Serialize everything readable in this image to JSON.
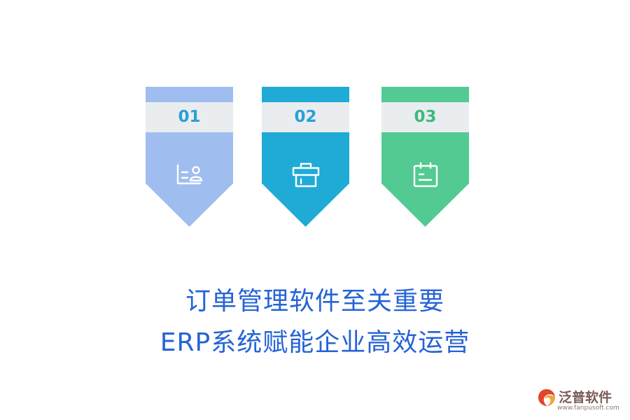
{
  "banners": [
    {
      "number": "01",
      "icon": "user-card-icon",
      "color": "#a0bdf0",
      "number_color": "#2aa0d6"
    },
    {
      "number": "02",
      "icon": "toolbox-icon",
      "color": "#1fabd6",
      "number_color": "#2aa0d6"
    },
    {
      "number": "03",
      "icon": "calendar-icon",
      "color": "#52ca92",
      "number_color": "#3dbb7a"
    }
  ],
  "headline": {
    "line1": "订单管理软件至关重要",
    "line2": "ERP系统赋能企业高效运营"
  },
  "logo": {
    "name": "泛普软件",
    "url": "www.fanpusoft.com",
    "icon": "fanpu-logo-icon"
  },
  "colors": {
    "stripe": "#e9edf0",
    "headline": "#2563d6"
  }
}
